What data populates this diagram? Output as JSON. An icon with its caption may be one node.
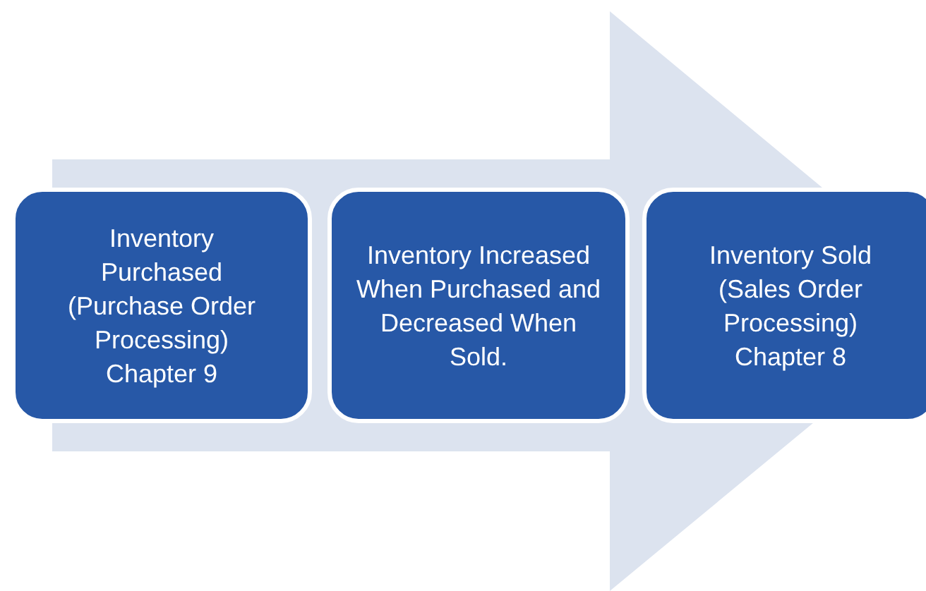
{
  "diagram": {
    "nodes": [
      {
        "text": [
          "Inventory Purchased (Purchase Order Processing) Chapter 9"
        ]
      },
      {
        "text": [
          "Inventory Increased When Purchased and Decreased When Sold."
        ]
      },
      {
        "text": [
          "Inventory Sold (Sales Order Processing) Chapter 8"
        ]
      }
    ],
    "edges": [
      {
        "from": 0,
        "to": 2,
        "arrow": "to"
      }
    ]
  }
}
